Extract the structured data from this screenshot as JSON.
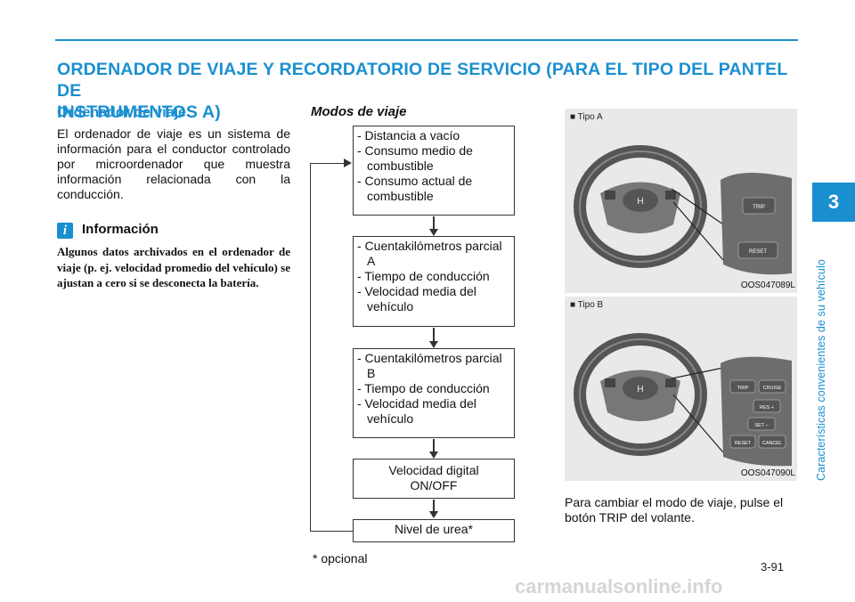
{
  "header": {
    "title_line1": "ORDENADOR DE VIAJE Y RECORDATORIO DE SERVICIO (PARA EL TIPO DEL PANTEL DE",
    "title_line2": "INSTRUMENTOS A)"
  },
  "left": {
    "subheading": "Ordenador de viaje",
    "body": "El ordenador de viaje es un sistema de información para el conductor controlado por microordenador que muestra información relacionada con la conducción.",
    "info_icon": "i",
    "info_title": "Información",
    "info_body": "Algunos datos archivados en el ordenador de viaje (p. ej. velocidad promedio del vehículo) se ajustan a cero si se desconecta la batería."
  },
  "modes": {
    "title": "Modos de viaje",
    "box1": [
      "- Distancia a vacío",
      "- Consumo medio de combustible",
      "- Consumo actual de combustible"
    ],
    "box2": [
      "- Cuentakilómetros parcial A",
      "- Tiempo de conducción",
      "- Velocidad media del vehículo"
    ],
    "box3": [
      "- Cuentakilómetros parcial B",
      "- Tiempo de conducción",
      "- Velocidad media del vehículo"
    ],
    "box4": "Velocidad digital ON/OFF",
    "box5": "Nivel de urea*",
    "footnote": "* opcional"
  },
  "right": {
    "tipo_a": "■ Tipo A",
    "code_a": "OOS047089L",
    "tipo_b": "■ Tipo B",
    "code_b": "OOS047090L",
    "wheel_a_buttons": [
      "TRIP",
      "RESET"
    ],
    "wheel_b_buttons": [
      "TRIP",
      "CRUISE",
      "RES +",
      "SET −",
      "RESET",
      "CANCEL"
    ],
    "instruction": "Para cambiar el modo de viaje, pulse el botón TRIP del volante."
  },
  "side": {
    "chapter": "3",
    "chapter_title": "Características convenientes de su vehículo"
  },
  "footer": {
    "page_number": "3-91",
    "watermark": "carmanualsonline.info"
  },
  "colors": {
    "accent": "#1a8fd0"
  }
}
